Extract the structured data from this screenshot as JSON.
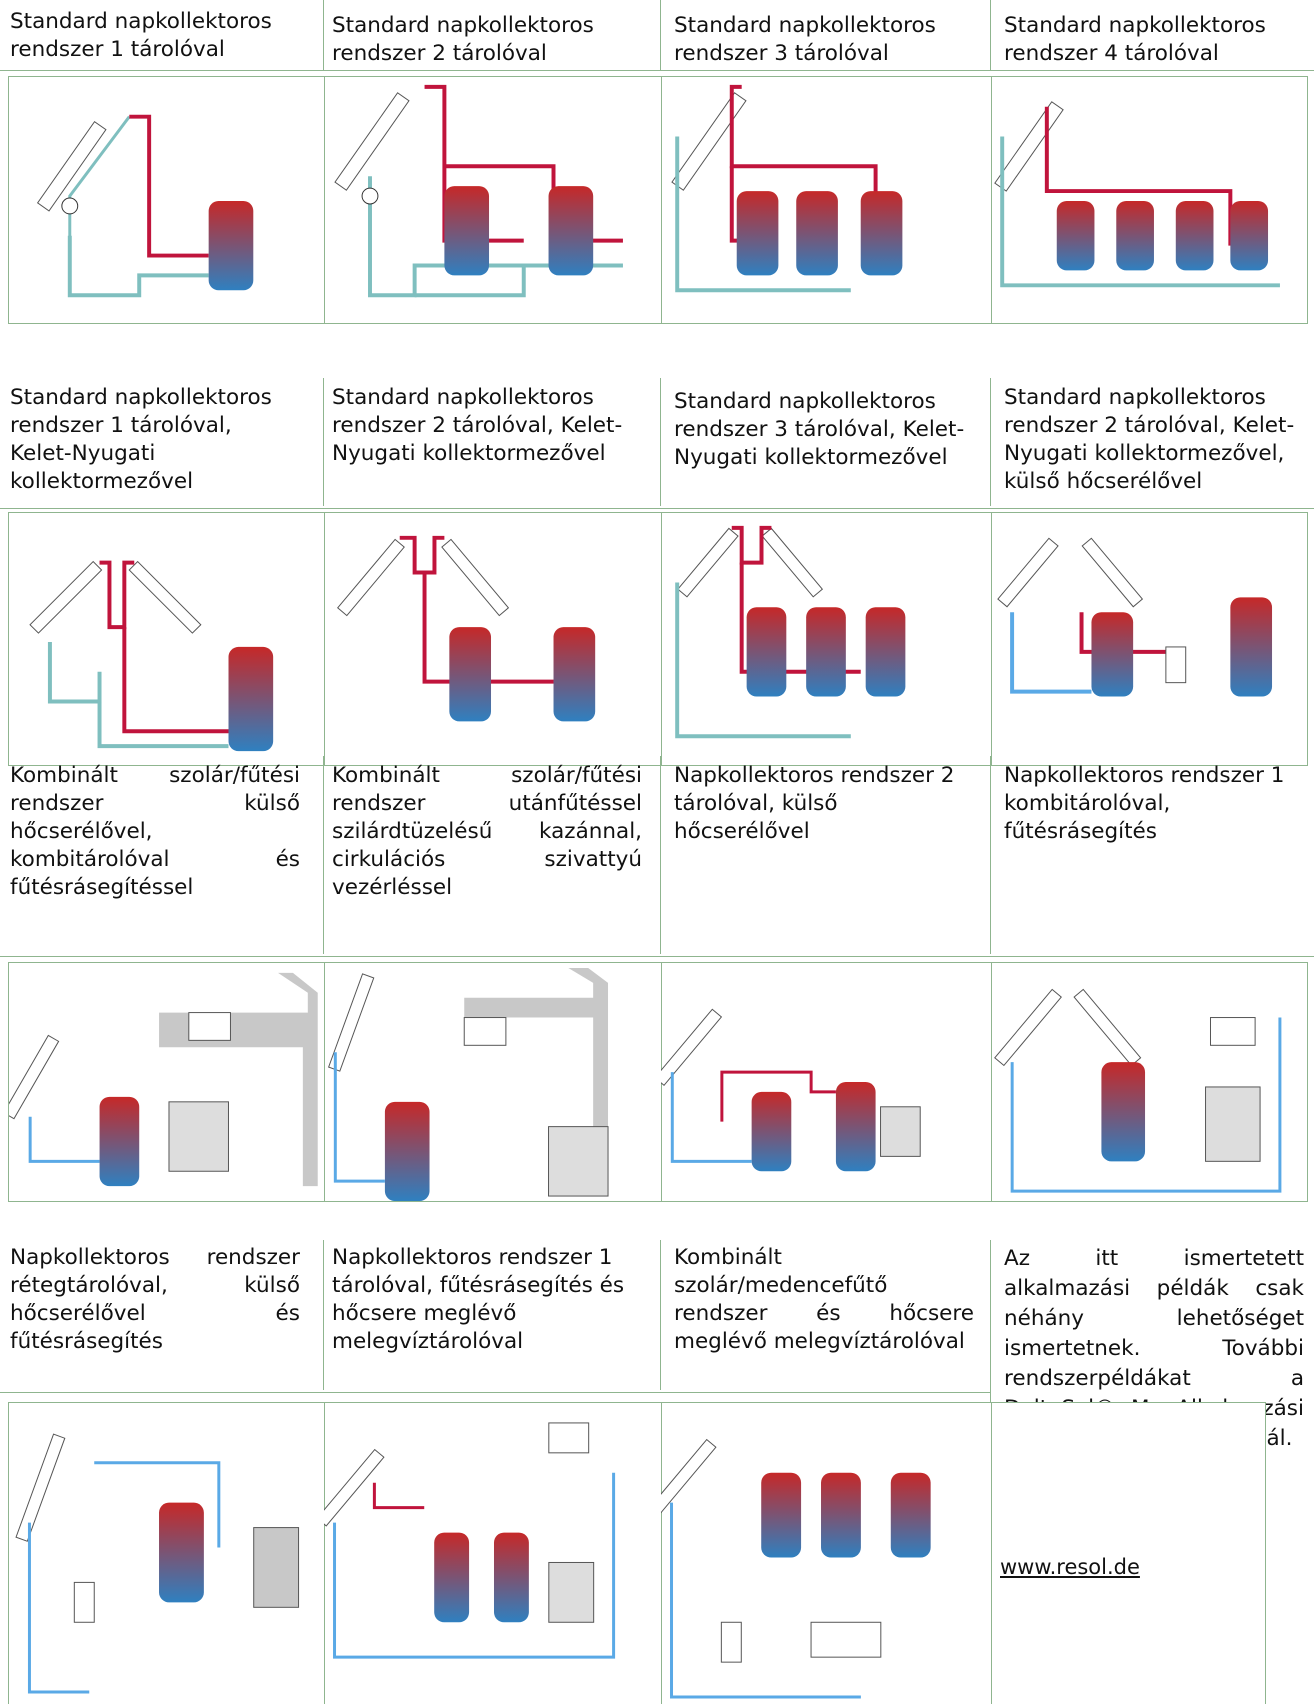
{
  "rows": [
    {
      "captions": [
        "Standard napkollektoros rendszer 1 tárolóval",
        "Standard napkollektoros rendszer 2 tárolóval",
        "Standard napkollektoros rendszer 3 tárolóval",
        "Standard napkollektoros rendszer 4 tárolóval"
      ]
    },
    {
      "captions": [
        "Standard napkollektoros rendszer 1 tárolóval, Kelet-Nyugati kollektormezővel",
        "Standard napkollektoros rendszer 2 tárolóval, Kelet-Nyugati kollektormezővel",
        "Standard napkollektoros rendszer 3 tárolóval, Kelet-Nyugati kollektormezővel",
        "Standard napkollektoros rendszer 2 tárolóval, Kelet-Nyugati kollektormezővel, külső hőcserélővel"
      ]
    },
    {
      "captions": [
        "Kombinált szolár/fűtési rendszer külső hőcserélővel, kombitárolóval és fűtésrásegítéssel",
        "Kombinált szolár/fűtési rendszer utánfűtéssel szilárdtüzelésű kazánnal, cirkulációs szivattyú vezérléssel",
        "Napkollektoros rendszer 2 tárolóval, külső hőcserélővel",
        "Napkollektoros rendszer 1 kombitárolóval, fűtésrásegítés"
      ]
    },
    {
      "captions": [
        "Napkollektoros rendszer rétegtárolóval, külső hőcserélővel és fűtésrásegítés",
        "Napkollektoros rendszer 1 tárolóval, fűtésrásegítés és hőcsere meglévő melegvíztárolóval",
        "Kombinált szolár/medencefűtő rendszer és hőcsere meglévő melegvíztárolóval",
        "Az itt ismertetett alkalmazási példák csak néhány lehetőséget ismertetnek. További rendszerpéldákat a DeltaSol® M „Alkalmazási példák“ kiadványban talál."
      ]
    }
  ],
  "footer": {
    "link": "www.resol.de"
  },
  "colors": {
    "hot": "#c0143c",
    "cold": "#7fbfbf",
    "cold_blue": "#5aa9e6",
    "grid": "#8fb58f",
    "tank_top": "#c62828",
    "tank_bottom": "#2f80c0",
    "sensor": "#e08a1e"
  }
}
